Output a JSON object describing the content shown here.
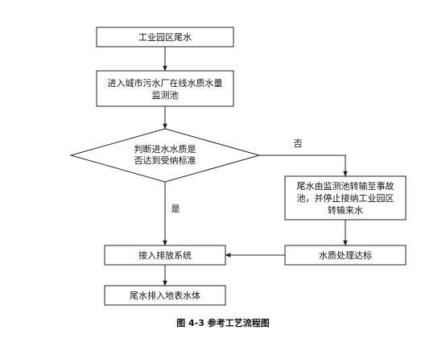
{
  "nodes": {
    "n1": "工业园区尾水",
    "n2": [
      "进入城市污水厂在线水质水量",
      "监测池"
    ],
    "decision": [
      "判断进水水质是",
      "否达到受纳标准"
    ],
    "n3": [
      "尾水由监测池转输至事故",
      "池，并停止接纳工业园区",
      "转输来水"
    ],
    "n4": "水质处理达标",
    "n5": "接入排放系统",
    "n6": "尾水排入地表水体"
  },
  "edge_labels": {
    "no": "否",
    "yes": "是"
  },
  "caption": "图 4-3 参考工艺流程图"
}
